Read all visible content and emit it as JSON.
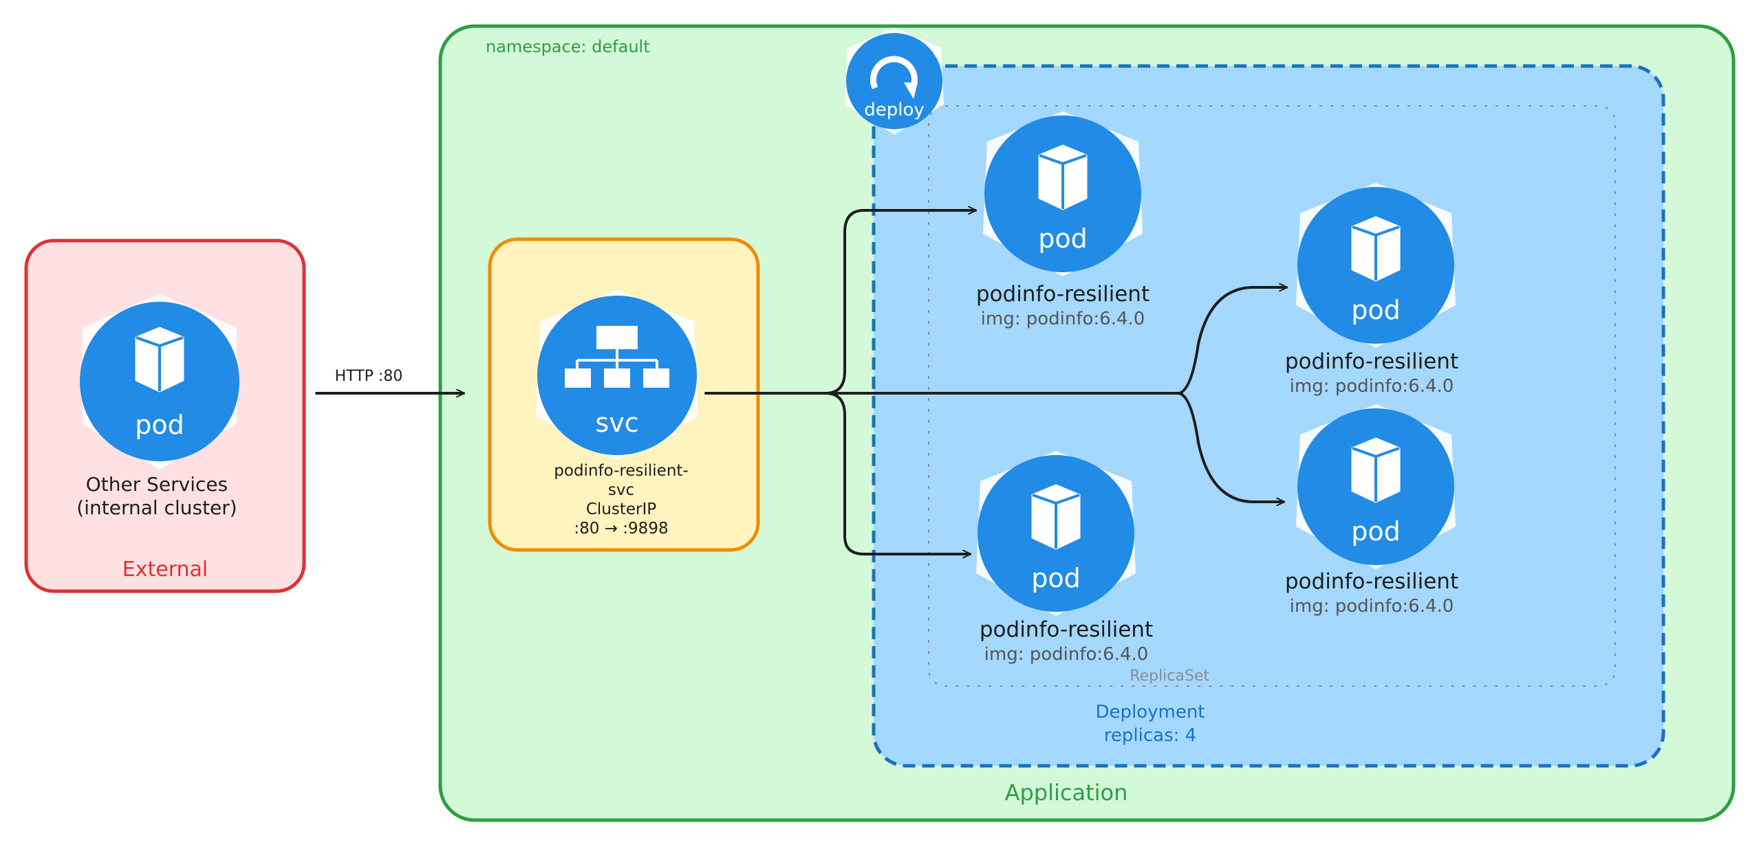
{
  "external": {
    "title": "External",
    "pod_icon_label": "pod",
    "service_line1": "Other Services",
    "service_line2": "(internal cluster)"
  },
  "connection": {
    "label": "HTTP :80"
  },
  "application": {
    "title": "Application",
    "namespace": "namespace: default"
  },
  "service": {
    "icon_label": "svc",
    "name_line1": "podinfo-resilient-",
    "name_line2": "svc",
    "type": "ClusterIP",
    "ports": ":80 → :9898"
  },
  "deployment": {
    "icon_label": "deploy",
    "title": "Deployment",
    "replicas": "replicas: 4",
    "replicaset_label": "ReplicaSet"
  },
  "pods": [
    {
      "icon_label": "pod",
      "name": "podinfo-resilient",
      "image": "img: podinfo:6.4.0"
    },
    {
      "icon_label": "pod",
      "name": "podinfo-resilient",
      "image": "img: podinfo:6.4.0"
    },
    {
      "icon_label": "pod",
      "name": "podinfo-resilient",
      "image": "img: podinfo:6.4.0"
    },
    {
      "icon_label": "pod",
      "name": "podinfo-resilient",
      "image": "img: podinfo:6.4.0"
    }
  ],
  "colors": {
    "external_fill": "#ffe1e3",
    "external_stroke": "#e03131",
    "application_fill": "#d3f9d8",
    "application_stroke": "#2f9e44",
    "service_fill": "#fff3bf",
    "service_stroke": "#f08c00",
    "deployment_fill": "#a5d8ff",
    "deployment_stroke": "#1971c2",
    "k8s_blue": "#228be6",
    "arrow": "#1e1e1e",
    "image_text": "#555555",
    "replicaset_text": "#868e96"
  }
}
